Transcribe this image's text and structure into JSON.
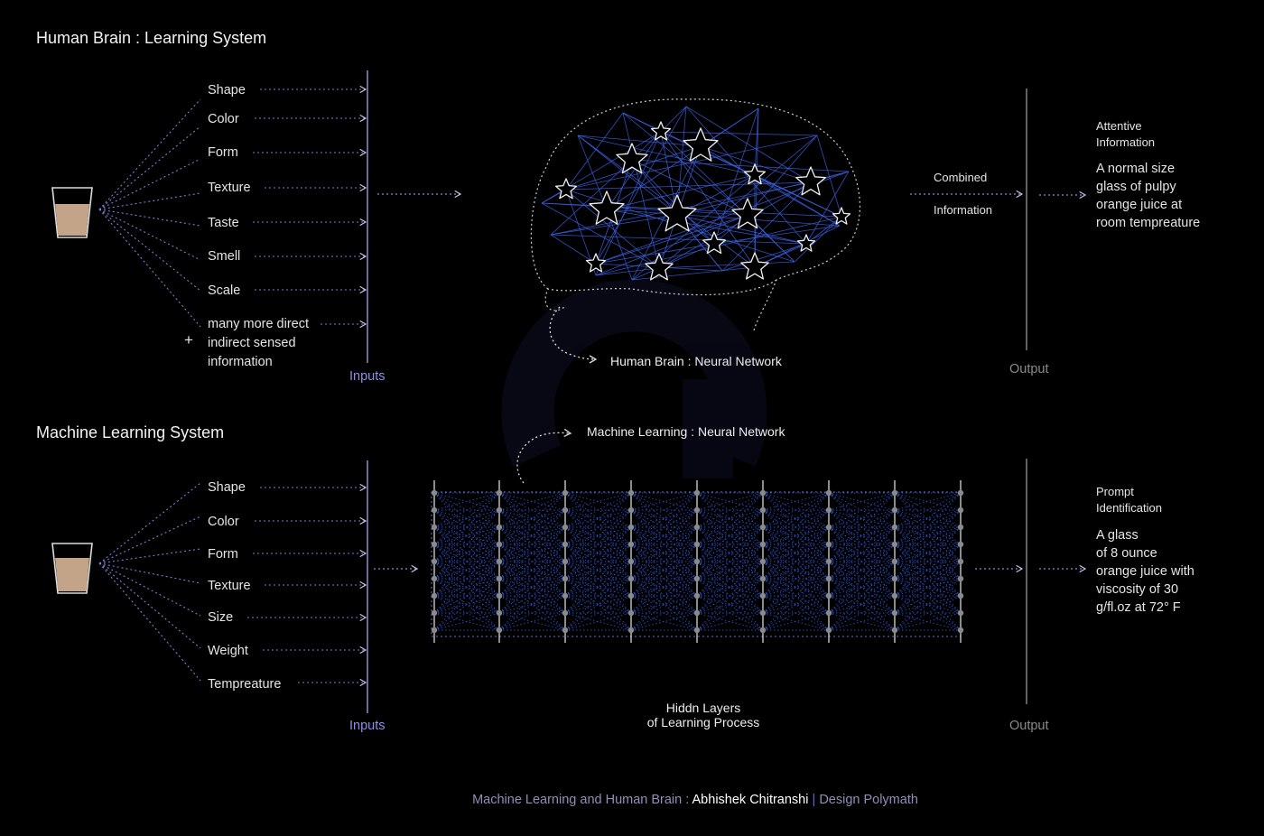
{
  "colors": {
    "background": "#000000",
    "dotted_line": "#7d7dd6",
    "neuron_link": "#3a5fe0",
    "glass_fill": "#c3a489",
    "footer_muted": "#8f8fb8"
  },
  "human": {
    "title": "Human Brain : Learning System",
    "inputs": [
      "Shape",
      "Color",
      "Form",
      "Texture",
      "Taste",
      "Smell",
      "Scale"
    ],
    "extra_input": [
      "many more direct",
      "indirect sensed",
      "information"
    ],
    "plus": "+",
    "inputs_label": "Inputs",
    "network_label": "Human Brain : Neural Network",
    "combined": [
      "Combined",
      "Information"
    ],
    "output_label": "Output",
    "output_title": [
      "Attentive",
      "Information"
    ],
    "output_text": [
      "A normal size",
      "glass of pulpy",
      "orange juice at",
      "room tempreature"
    ]
  },
  "machine": {
    "title": "Machine Learning System",
    "inputs": [
      "Shape",
      "Color",
      "Form",
      "Texture",
      "Size",
      "Weight",
      "Tempreature"
    ],
    "inputs_label": "Inputs",
    "network_label": "Machine Learning : Neural Network",
    "hidden_label": [
      "Hiddn Layers",
      "of Learning Process"
    ],
    "output_label": "Output",
    "output_title": [
      "Prompt",
      "Identification"
    ],
    "output_text": [
      "A glass",
      "of 8 ounce",
      "orange juice with",
      "viscosity of 30",
      "g/fl.oz at 72° F"
    ]
  },
  "footer": {
    "prefix": "Machine Learning and Human Brain : ",
    "author": "Abhishek Chitranshi",
    "separator": " | ",
    "brand": "Design Polymath"
  }
}
